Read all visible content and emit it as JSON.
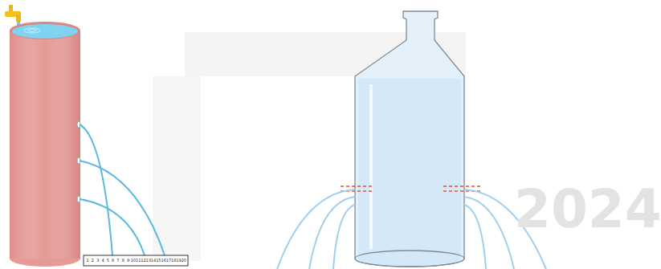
{
  "diagram": {
    "labels": [
      "1",
      "2",
      "3",
      "4",
      "5",
      "6",
      "7",
      "8",
      "9",
      "10",
      "11",
      "12",
      "13",
      "14",
      "15",
      "16",
      "17",
      "18",
      "19",
      "20",
      "2024"
    ]
  }
}
